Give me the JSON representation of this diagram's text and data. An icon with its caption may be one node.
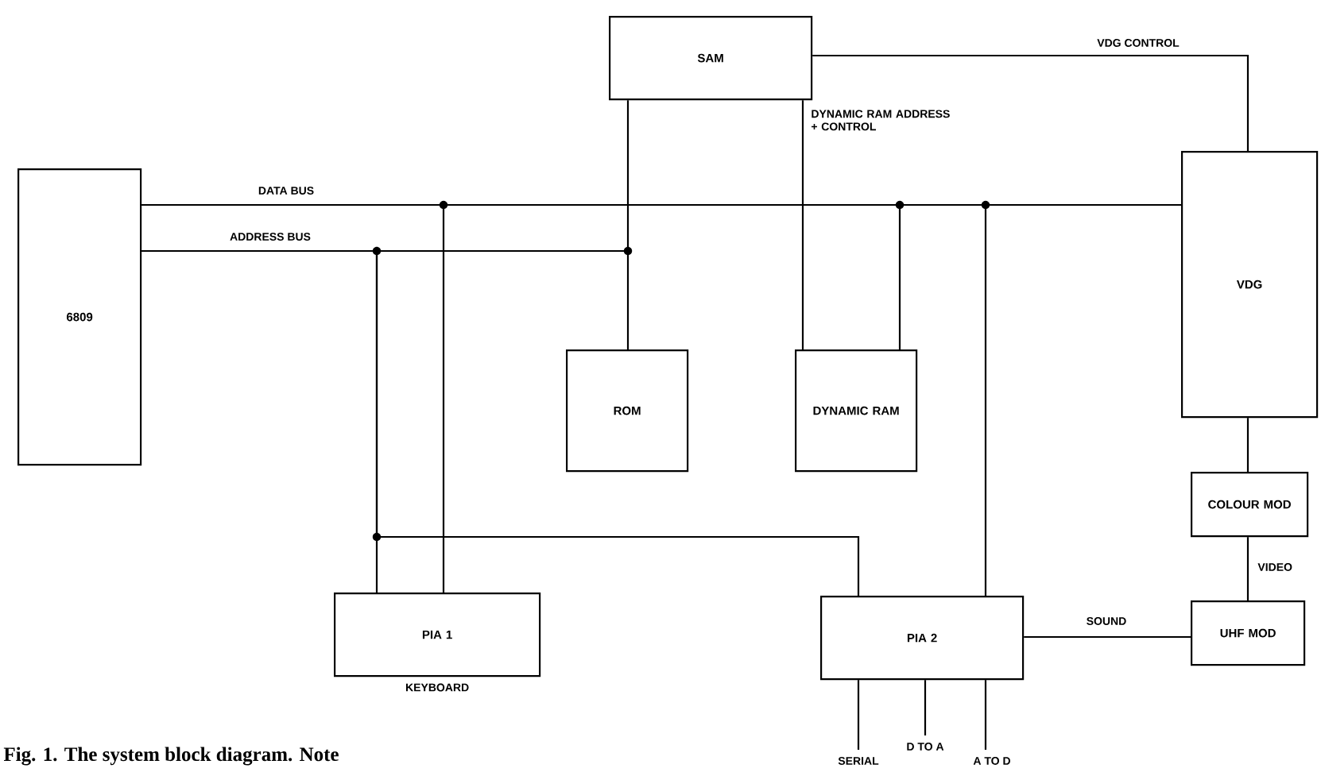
{
  "diagram": {
    "caption": "Fig. 1. The system block diagram. Note",
    "nodes": [
      {
        "text": [
          "6809"
        ]
      },
      {
        "text": [
          "SAM"
        ]
      },
      {
        "text": [
          "ROM"
        ]
      },
      {
        "text": [
          "DYNAMIC RAM"
        ]
      },
      {
        "text": [
          "VDG"
        ]
      },
      {
        "text": [
          "COLOUR MOD"
        ]
      },
      {
        "text": [
          "UHF MOD"
        ]
      },
      {
        "text": [
          "PIA 1"
        ],
        "beside": [
          "KEYBOARD"
        ]
      },
      {
        "text": [
          "PIA 2"
        ]
      }
    ],
    "edges": [
      {
        "from": 0,
        "to": 4,
        "arrow": "none",
        "label": "DATA BUS"
      },
      {
        "from": 0,
        "to": 7,
        "arrow": "none"
      },
      {
        "from": 0,
        "to": 3,
        "arrow": "none"
      },
      {
        "from": 0,
        "to": 8,
        "arrow": "none"
      },
      {
        "from": 0,
        "to": 1,
        "arrow": "none",
        "label": "ADDRESS BUS"
      },
      {
        "from": 0,
        "to": 2,
        "arrow": "none"
      },
      {
        "from": 0,
        "to": 7,
        "arrow": "none"
      },
      {
        "from": 0,
        "to": 8,
        "arrow": "none"
      },
      {
        "from": 1,
        "to": 3,
        "arrow": "none",
        "label": "DYNAMIC RAM ADDRESS + CONTROL"
      },
      {
        "from": 1,
        "to": 4,
        "arrow": "none",
        "label": "VDG CONTROL"
      },
      {
        "from": 4,
        "to": 5,
        "arrow": "none"
      },
      {
        "from": 5,
        "to": 6,
        "arrow": "none",
        "label": "VIDEO"
      },
      {
        "from": 8,
        "to": 6,
        "arrow": "none",
        "label": "SOUND"
      },
      {
        "from": 8,
        "to": null,
        "arrow": "none",
        "label": "SERIAL"
      },
      {
        "from": 8,
        "to": null,
        "arrow": "none",
        "label": "D TO A"
      },
      {
        "from": 8,
        "to": null,
        "arrow": "none",
        "label": "A TO D"
      }
    ]
  }
}
